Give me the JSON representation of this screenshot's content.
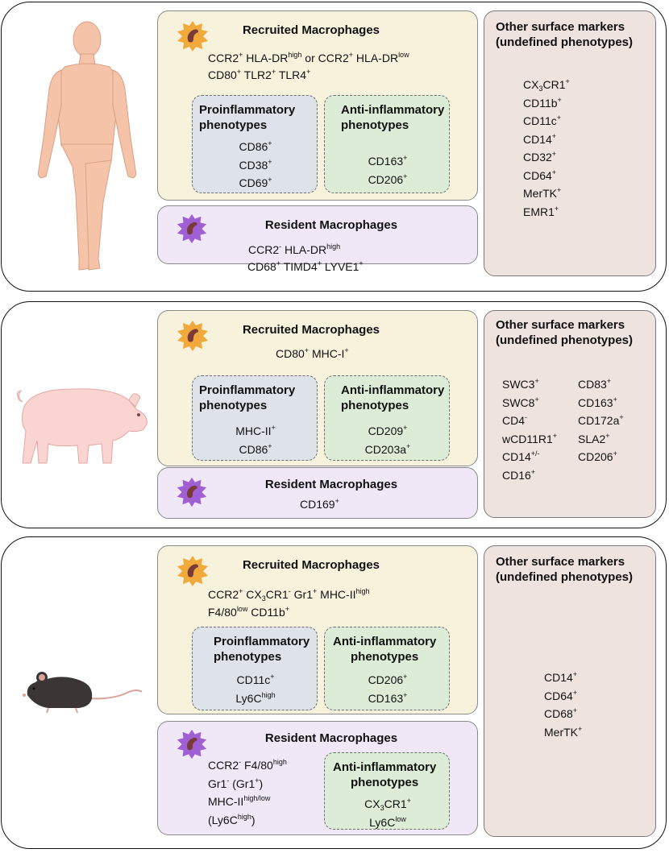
{
  "colors": {
    "recruited_bg": "#f7f2dc",
    "resident_bg": "#f0e8f6",
    "proinflammatory_bg": "#dde3e8",
    "antiinflammatory_bg": "#ddecd6",
    "other_bg": "#eee3df",
    "recruited_cell": "#f2a93b",
    "resident_cell": "#a15fd6",
    "nucleus": "#7a3a37"
  },
  "labels": {
    "recruited_title": "Recruited Macrophages",
    "resident_title": "Resident Macrophages",
    "pro_title_1": "Proinflammatory",
    "pro_title_2": "phenotypes",
    "anti_title_1": "Anti-inflammatory",
    "anti_title_2": "phenotypes",
    "other_title_1": "Other surface markers",
    "other_title_2": "(undefined phenotypes)"
  },
  "icons": {
    "human": "human-silhouette-icon",
    "pig": "pig-icon",
    "mouse": "mouse-icon",
    "recruited_cell": "recruited-macrophage-icon",
    "resident_cell": "resident-macrophage-icon"
  },
  "human": {
    "recruited_line1": {
      "a": "CCR2",
      "a_sup": "+",
      "b": " HLA-DR",
      "b_sup": "high",
      "c": " or CCR2",
      "c_sup": "+",
      "d": " HLA-DR",
      "d_sup": "low"
    },
    "recruited_line2": {
      "a": "CD80",
      "a_sup": "+",
      "b": " TLR2",
      "b_sup": "+",
      "c": " TLR4",
      "c_sup": "+"
    },
    "pro_markers": [
      {
        "name": "CD86",
        "sup": "+"
      },
      {
        "name": "CD38",
        "sup": "+"
      },
      {
        "name": "CD69",
        "sup": "+"
      }
    ],
    "anti_markers": [
      {
        "name": "CD163",
        "sup": "+"
      },
      {
        "name": "CD206",
        "sup": "+"
      }
    ],
    "resident_line1": {
      "a": "CCR2",
      "a_sup": "-",
      "b": " HLA-DR",
      "b_sup": "high"
    },
    "resident_line2": {
      "a": "CD68",
      "a_sup": "+",
      "b": " TIMD4",
      "b_sup": "+",
      "c": " LYVE1",
      "c_sup": "+"
    },
    "other_markers": [
      {
        "pre": "CX",
        "sub": "3",
        "name": "CR1",
        "sup": "+"
      },
      {
        "name": "CD11b",
        "sup": "+"
      },
      {
        "name": "CD11c",
        "sup": "+"
      },
      {
        "name": "CD14",
        "sup": "+"
      },
      {
        "name": "CD32",
        "sup": "+"
      },
      {
        "name": "CD64",
        "sup": "+"
      },
      {
        "name": "MerTK",
        "sup": "+"
      },
      {
        "name": "EMR1",
        "sup": "+"
      }
    ]
  },
  "pig": {
    "recruited_line1": {
      "a": "CD80",
      "a_sup": "+",
      "b": " MHC-I",
      "b_sup": "+"
    },
    "pro_markers": [
      {
        "name": "MHC-II",
        "sup": "+"
      },
      {
        "name": "CD86",
        "sup": "+"
      }
    ],
    "anti_markers": [
      {
        "name": "CD209",
        "sup": "+"
      },
      {
        "name": "CD203a",
        "sup": "+"
      }
    ],
    "resident_line1": {
      "a": "CD169",
      "a_sup": "+"
    },
    "other_col1": [
      {
        "name": "SWC3",
        "sup": "+"
      },
      {
        "name": "SWC8",
        "sup": "+"
      },
      {
        "name": "CD4",
        "sup": "-"
      },
      {
        "name": "wCD11R1",
        "sup": "+"
      },
      {
        "name": "CD14",
        "sup": "+/-"
      },
      {
        "name": "CD16",
        "sup": "+"
      }
    ],
    "other_col2": [
      {
        "name": "CD83",
        "sup": "+"
      },
      {
        "name": "CD163",
        "sup": "+"
      },
      {
        "name": "CD172a",
        "sup": "+"
      },
      {
        "name": "SLA2",
        "sup": "+"
      },
      {
        "name": "CD206",
        "sup": "+"
      }
    ]
  },
  "mouse": {
    "recruited_line1": {
      "a": "CCR2",
      "a_sup": "+",
      "b": " CX",
      "b_sub": "3",
      "c": "CR1",
      "c_sup": "-",
      "d": " Gr1",
      "d_sup": "+",
      "e": " MHC-II",
      "e_sup": "high"
    },
    "recruited_line2": {
      "a": "F4/80",
      "a_sup": "low",
      "b": " CD11b",
      "b_sup": "+"
    },
    "pro_markers": [
      {
        "name": "CD11c",
        "sup": "+"
      },
      {
        "name": "Ly6C",
        "sup": "high"
      }
    ],
    "anti_markers": [
      {
        "name": "CD206",
        "sup": "+"
      },
      {
        "name": "CD163",
        "sup": "+"
      }
    ],
    "resident_lines": [
      {
        "a": "CCR2",
        "a_sup": "-",
        "b": " F4/80",
        "b_sup": "high"
      },
      {
        "a": "Gr1",
        "a_sup": "-",
        "b": " (Gr1",
        "b_sup": "+",
        "c": ")"
      },
      {
        "a": "MHC-II",
        "a_sup": "high/low"
      },
      {
        "a": "(Ly6C",
        "a_sup": "high",
        "b": ")"
      }
    ],
    "resident_anti_markers": [
      {
        "pre": "CX",
        "sub": "3",
        "name": "CR1",
        "sup": "+"
      },
      {
        "name": "Ly6C",
        "sup": "low"
      }
    ],
    "other_markers": [
      {
        "name": "CD14",
        "sup": "+"
      },
      {
        "name": "CD64",
        "sup": "+"
      },
      {
        "name": "CD68",
        "sup": "+"
      },
      {
        "name": "MerTK",
        "sup": "+"
      }
    ]
  }
}
